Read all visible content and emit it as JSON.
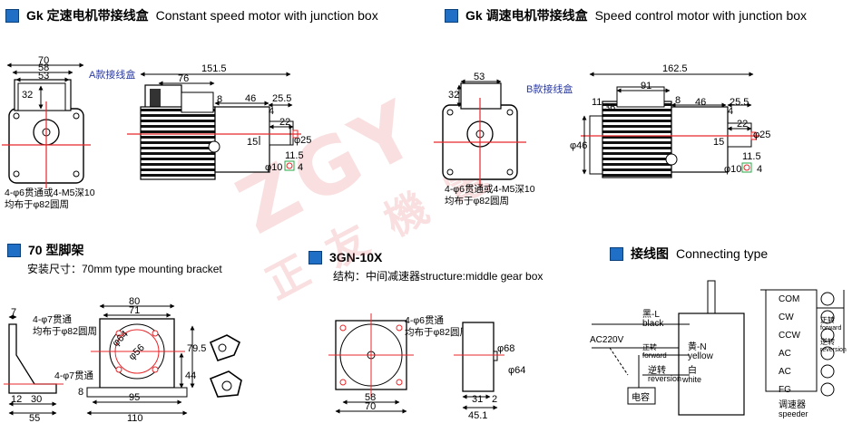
{
  "headers": {
    "constant": {
      "cn": "Gk 定速电机带接线盒",
      "en": "Constant speed motor with junction box"
    },
    "speed": {
      "cn": "Gk 调速电机带接线盒",
      "en": "Speed control motor with junction box"
    },
    "bracket": {
      "cn": "70 型脚架"
    },
    "gearbox": {
      "cn": "3GN-10X"
    },
    "wiring": {
      "cn": "接线图",
      "en": "Connecting type"
    }
  },
  "subtitles": {
    "bracket": "安装尺寸：70mm type mounting bracket",
    "gearbox": "结构：中间减速器structure:middle gear box"
  },
  "watermark": {
    "letters": "ZGY",
    "cn": "正 友 機 電"
  },
  "colors": {
    "accent": "#1f6fc7",
    "dim_red": "#e8262a",
    "label_blue": "#2b3aa0"
  },
  "constant_motor": {
    "box_label": "A款接线盒",
    "front_dims": [
      "70",
      "58",
      "53",
      "32"
    ],
    "side_dims": [
      "151.5",
      "76",
      "8",
      "46",
      "25.5",
      "4",
      "22",
      "15",
      "φ25",
      "11.5",
      "φ10",
      "4"
    ],
    "note1": "4-φ6贯通或4-M5深10",
    "note2": "均布于φ82圆周"
  },
  "speed_motor": {
    "box_label": "B款接线盒",
    "front_dims": [
      "53",
      "32"
    ],
    "side_dims": [
      "162.5",
      "91",
      "11",
      "36",
      "8",
      "46",
      "25.5",
      "4",
      "22",
      "15",
      "φ25",
      "φ46",
      "11.5",
      "φ10",
      "4"
    ],
    "note1": "4-φ6贯通或4-M5深10",
    "note2": "均布于φ82圆周"
  },
  "bracket_drawing": {
    "dims": [
      "7",
      "12",
      "30",
      "55",
      "8",
      "80",
      "71",
      "φ64",
      "φ56",
      "79.5",
      "44",
      "95",
      "110"
    ],
    "note1": "4-φ7贯通",
    "note2": "均布于φ82圆周",
    "note3": "4-φ7贯通"
  },
  "gearbox_drawing": {
    "dims": [
      "58",
      "70",
      "31",
      "2",
      "45.1",
      "φ68",
      "φ64"
    ],
    "note1": "4-φ6贯通",
    "note2": "均布于φ82圆周"
  },
  "wiring_diagram": {
    "black_cn": "黑-L",
    "black_en": "black",
    "ac": "AC220V",
    "fwd_cn": "正转",
    "fwd_en": "forward",
    "yellow_cn": "黄-N",
    "yellow_en": "yellow",
    "rev_cn": "逆转",
    "rev_en": "reversion",
    "white_cn": "白",
    "white_en": "white",
    "capacitor": "电容",
    "terminals": [
      "COM",
      "CW",
      "CCW",
      "AC",
      "AC",
      "FG"
    ],
    "t_fwd_cn": "正转",
    "t_fwd_en": "forward",
    "t_rev_cn": "逆转",
    "t_rev_en": "reversion",
    "ctrl_cn": "调速器",
    "ctrl_en": "speeder"
  }
}
